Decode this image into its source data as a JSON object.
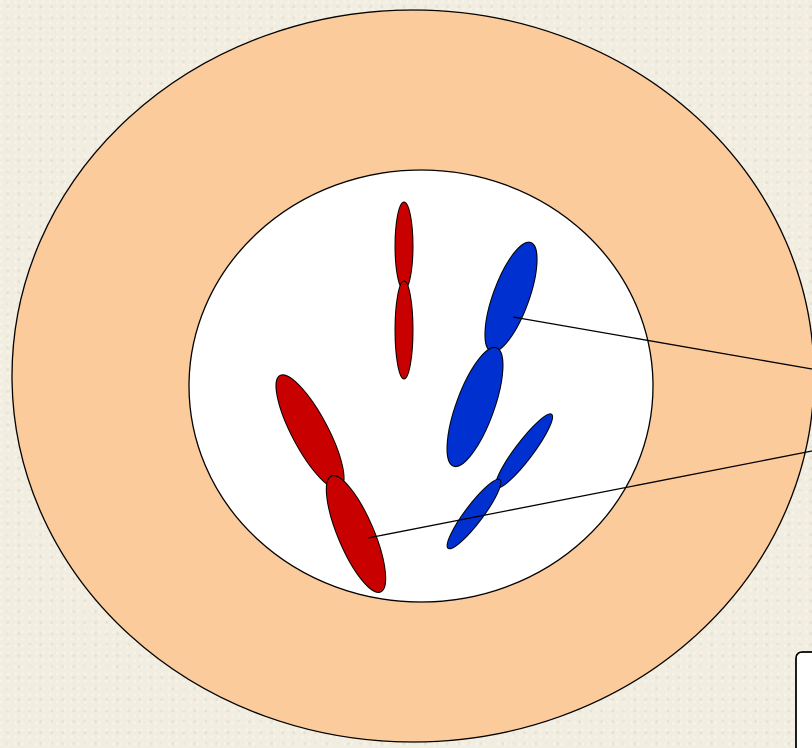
{
  "diagram": {
    "colors": {
      "background": "#f1ede0",
      "cytoplasm": "#fccb9b",
      "nucleus": "#ffffff",
      "outline": "#000000",
      "chromosome_red": "#c80000",
      "chromosome_blue": "#0030d0",
      "label_line": "#000000"
    },
    "chromosome_pairs": [
      {
        "color": "red",
        "shape": "thin, vertical"
      },
      {
        "color": "blue",
        "shape": "large"
      },
      {
        "color": "red",
        "shape": "large"
      },
      {
        "color": "blue",
        "shape": "thin"
      }
    ],
    "pointer_lines": 2
  }
}
